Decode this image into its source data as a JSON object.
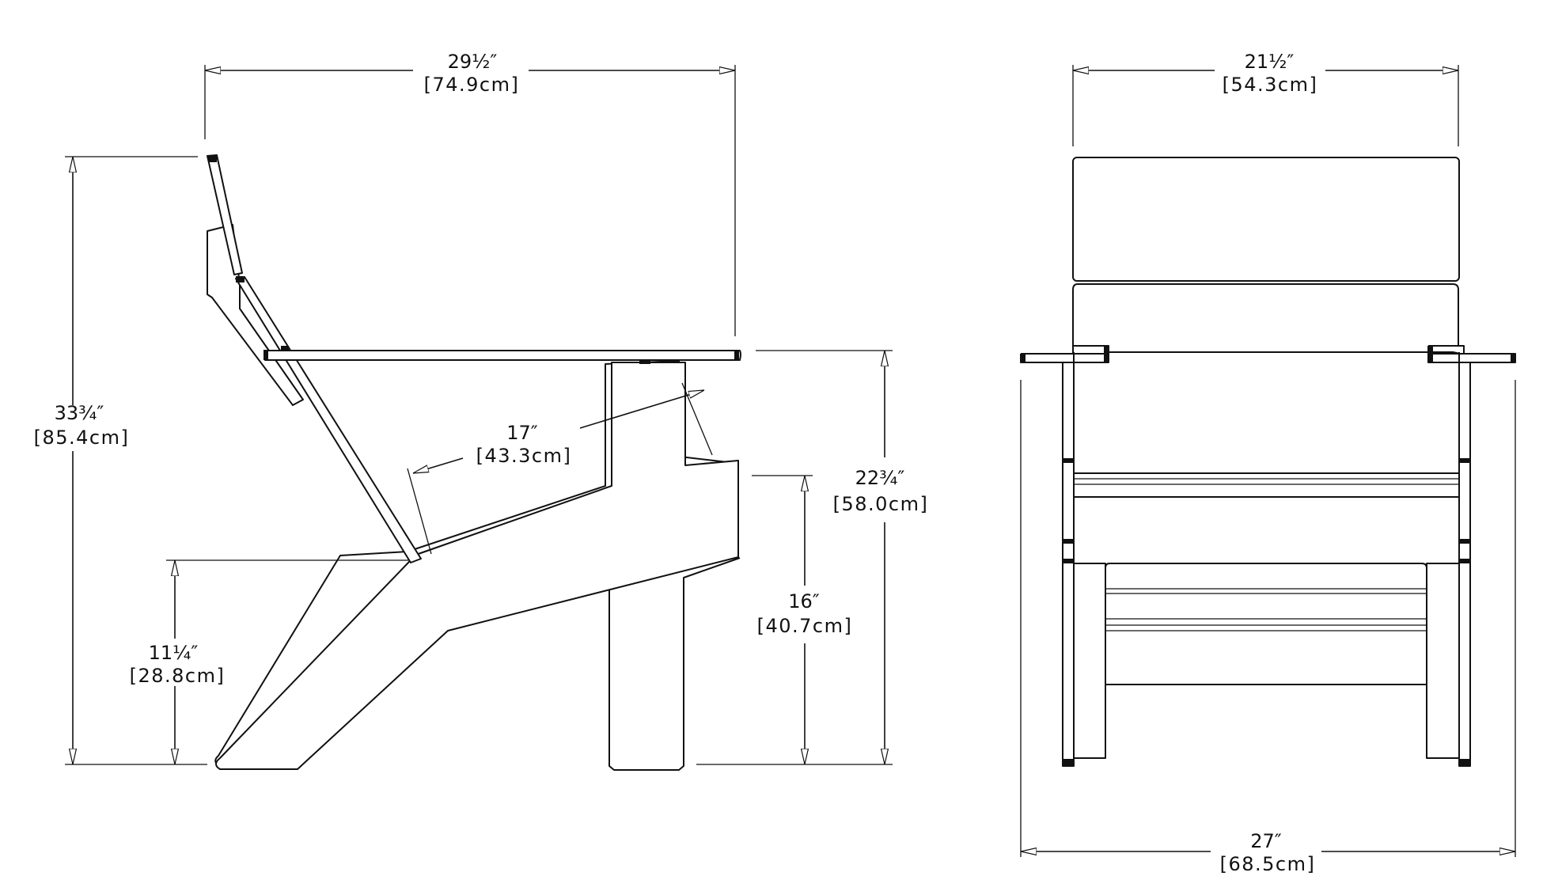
{
  "side_view": {
    "overall_depth": {
      "imperial": "29½″",
      "metric": "[74.9cm]"
    },
    "overall_height": {
      "imperial": "33¾″",
      "metric": "[85.4cm]"
    },
    "seat_depth": {
      "imperial": "17″",
      "metric": "[43.3cm]"
    },
    "arm_height": {
      "imperial": "22¾″",
      "metric": "[58.0cm]"
    },
    "seat_height": {
      "imperial": "11¼″",
      "metric": "[28.8cm]"
    },
    "seat_front_height": {
      "imperial": "16″",
      "metric": "[40.7cm]"
    }
  },
  "front_view": {
    "back_width": {
      "imperial": "21½″",
      "metric": "[54.3cm]"
    },
    "overall_width": {
      "imperial": "27″",
      "metric": "[68.5cm]"
    }
  }
}
